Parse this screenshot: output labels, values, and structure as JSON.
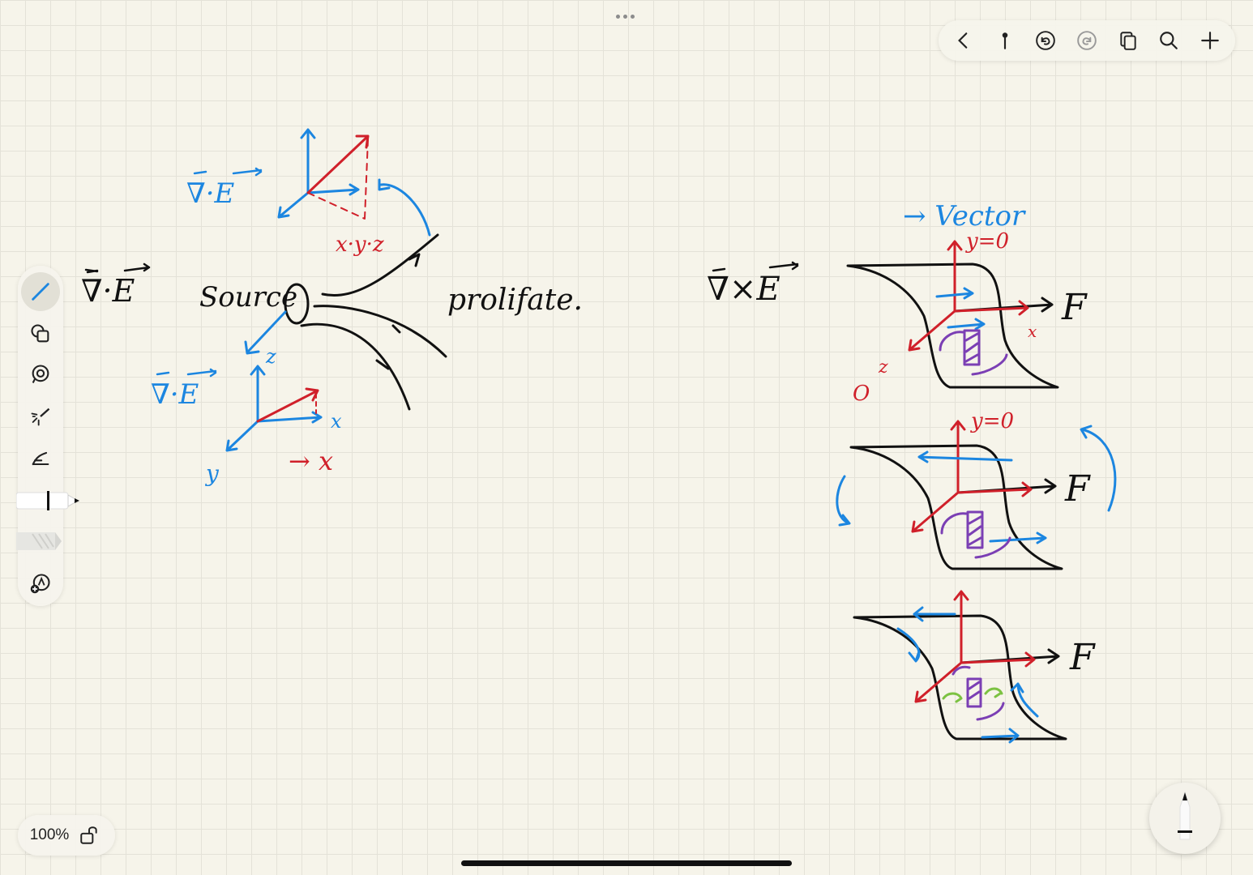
{
  "app": {
    "zoom_level": "100%"
  },
  "toolbar": {
    "items": [
      {
        "name": "back",
        "icon": "chevron-left-icon"
      },
      {
        "name": "pin",
        "icon": "pin-icon"
      },
      {
        "name": "undo",
        "icon": "undo-icon"
      },
      {
        "name": "redo",
        "icon": "redo-icon",
        "disabled": true
      },
      {
        "name": "pages",
        "icon": "pages-icon"
      },
      {
        "name": "search",
        "icon": "search-icon"
      },
      {
        "name": "add",
        "icon": "plus-icon"
      }
    ]
  },
  "tools": [
    {
      "name": "pen",
      "icon": "pen-icon",
      "active": true
    },
    {
      "name": "shapes",
      "icon": "shapes-icon"
    },
    {
      "name": "lasso",
      "icon": "lasso-icon"
    },
    {
      "name": "laser",
      "icon": "laser-pointer-icon"
    },
    {
      "name": "hand",
      "icon": "hand-icon"
    },
    {
      "name": "pen-black",
      "icon": "pen-swatch-icon",
      "color": "#111111"
    },
    {
      "name": "pen-highlighter",
      "icon": "highlighter-swatch-icon"
    },
    {
      "name": "add-tool",
      "icon": "add-tool-icon"
    }
  ],
  "colors": {
    "ink_black": "#111111",
    "ink_blue": "#1c86e0",
    "ink_red": "#d0202a",
    "ink_purple": "#7b3fb4",
    "ink_green": "#7cc242",
    "paper": "#f6f4ea"
  },
  "handwriting": {
    "div_e_main": "∇·E",
    "div_e_top": "∇·E",
    "div_e_bottom": "∇·E",
    "source": "Source",
    "proliferate": "prolifate.",
    "xyz": "x·y·z",
    "axis_x": "x",
    "axis_y": "y",
    "axis_z": "z",
    "arrow_x": "→ x",
    "curl_e": "∇×E",
    "vector": "→ Vector",
    "y_eq_0_a": "y=0",
    "y_eq_0_b": "y=0",
    "F1": "F",
    "F2": "F",
    "F3": "F",
    "origin": "O",
    "small_x": "x",
    "small_z": "z"
  }
}
